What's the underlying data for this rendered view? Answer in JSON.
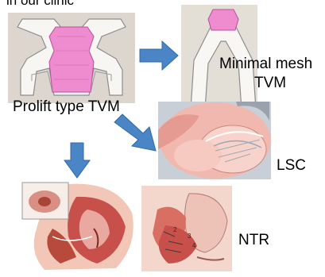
{
  "top_text": "in our clinic",
  "labels": {
    "prolift": "Prolift type TVM",
    "minimal_line1": "Minimal mesh",
    "minimal_line2": "TVM",
    "lsc": "LSC",
    "ntr": "NTR"
  },
  "colors": {
    "mesh_pink": "#ee8ccf",
    "arrow_blue": "#4a86c5",
    "tissue_pink": "#e9a8a0",
    "muscle_red": "#c8504a"
  },
  "icons": {
    "arrow_right": "arrow-right-icon",
    "arrow_down_right": "arrow-down-right-icon",
    "arrow_down": "arrow-down-icon"
  }
}
